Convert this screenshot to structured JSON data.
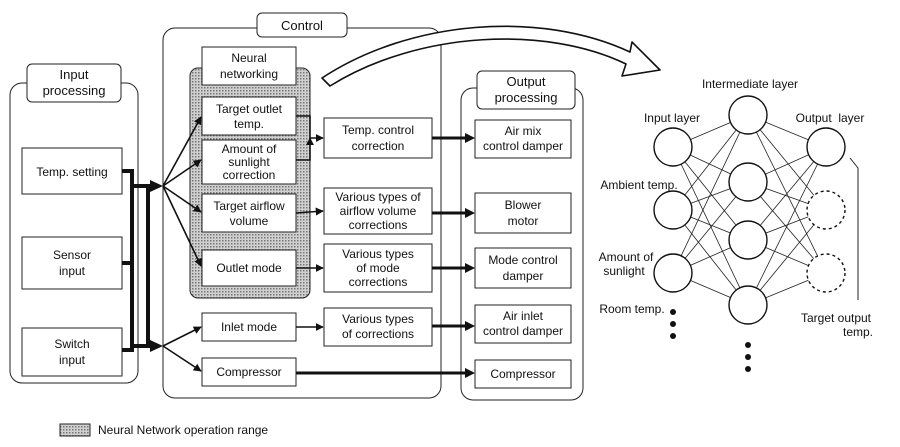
{
  "control": {
    "title": "Control",
    "neural": {
      "line1": "Neural",
      "line2": "networking"
    },
    "target_outlet": {
      "line1": "Target outlet",
      "line2": "temp."
    },
    "sunlight_correction": {
      "line1": "Amount of",
      "line2": "sunlight",
      "line3": "correction"
    },
    "target_airflow": {
      "line1": "Target airflow",
      "line2": "volume"
    },
    "outlet_mode": "Outlet mode",
    "inlet_mode": "Inlet mode",
    "compressor": "Compressor",
    "temp_correction": {
      "line1": "Temp. control",
      "line2": "correction"
    },
    "airflow_corrections": {
      "line1": "Various types of",
      "line2": "airflow volume",
      "line3": "corrections"
    },
    "mode_corrections": {
      "line1": "Various types",
      "line2": "of mode",
      "line3": "corrections"
    },
    "various_corrections": {
      "line1": "Various types",
      "line2": "of corrections"
    }
  },
  "input": {
    "title": {
      "line1": "Input",
      "line2": "processing"
    },
    "temp_setting": "Temp. setting",
    "sensor": {
      "line1": "Sensor",
      "line2": "input"
    },
    "switch": {
      "line1": "Switch",
      "line2": "input"
    }
  },
  "output": {
    "title": {
      "line1": "Output",
      "line2": "processing"
    },
    "air_mix": {
      "line1": "Air mix",
      "line2": "control damper"
    },
    "blower": {
      "line1": "Blower",
      "line2": "motor"
    },
    "mode_damper": {
      "line1": "Mode control",
      "line2": "damper"
    },
    "air_inlet": {
      "line1": "Air inlet",
      "line2": "control damper"
    },
    "compressor": "Compressor"
  },
  "network": {
    "intermediate_layer": "Intermediate layer",
    "input_layer": "Input layer",
    "output_layer": "Output  layer",
    "ambient_temp": "Ambient temp.",
    "sunlight": {
      "line1": "Amount of",
      "line2": "sunlight"
    },
    "room_temp": "Room temp.",
    "target_output": {
      "line1": "Target output",
      "line2": "temp."
    }
  },
  "legend": {
    "label": "Neural Network operation range"
  }
}
